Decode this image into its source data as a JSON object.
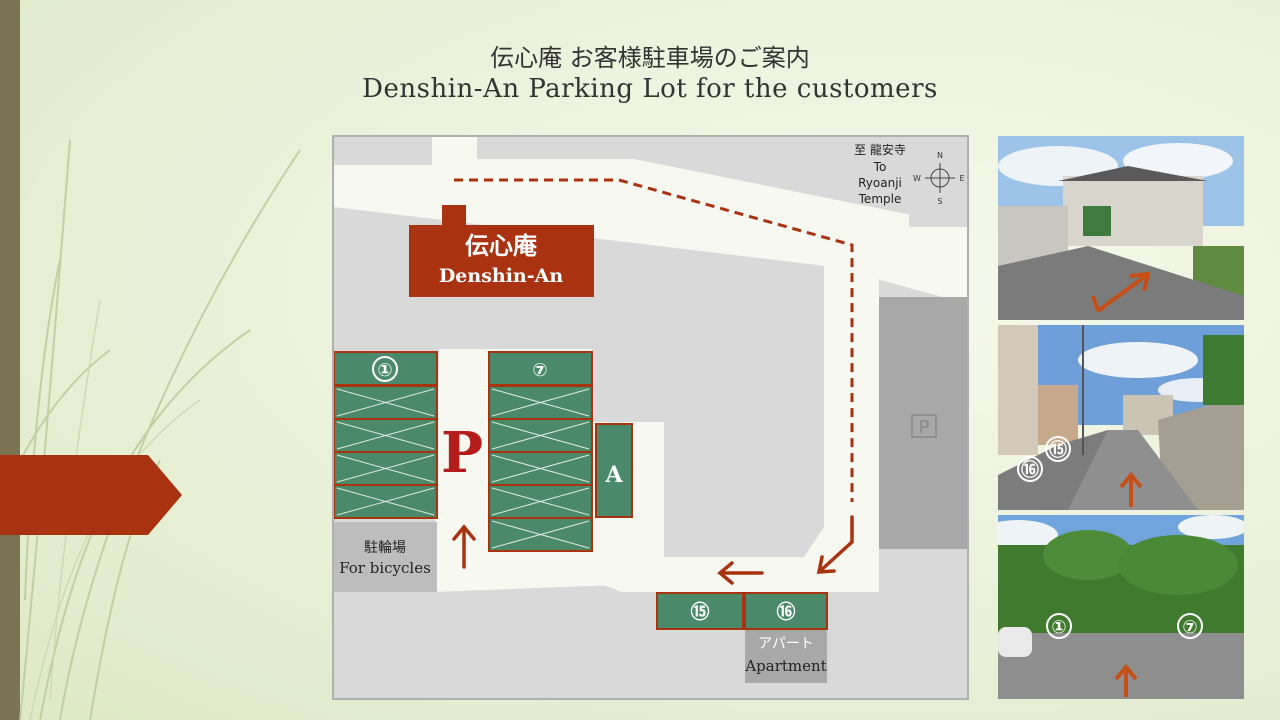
{
  "title": {
    "japanese": "伝心庵 お客様駐車場のご案内",
    "english": "Denshin-An Parking Lot for the customers"
  },
  "map": {
    "building": {
      "name_jp": "伝心庵",
      "name_en": "Denshin-An"
    },
    "parking_letter": "P",
    "reserved_space": "A",
    "left_column_first": "①",
    "right_column_first": "⑦",
    "bottom_spaces": [
      "⑮",
      "⑯"
    ],
    "bicycle_parking": {
      "jp": "駐輪場",
      "en": "For bicycles"
    },
    "apartment": {
      "jp": "アパート",
      "en": "Apartment"
    },
    "direction": {
      "jp": "至 龍安寺",
      "en_line1": "To",
      "en_line2": "Ryoanji",
      "en_line3": "Temple"
    },
    "compass": {
      "n": "N",
      "s": "S",
      "e": "E",
      "w": "W"
    },
    "neighbor_parking_sign": "P"
  },
  "photos": {
    "photo2_labels": [
      "⑮",
      "⑯"
    ],
    "photo3_labels": [
      "①",
      "⑦"
    ]
  },
  "colors": {
    "brand_red": "#a93211",
    "space_green": "#4a8a6a",
    "road": "#d9d9d9",
    "lane": "#f7f8ef"
  }
}
